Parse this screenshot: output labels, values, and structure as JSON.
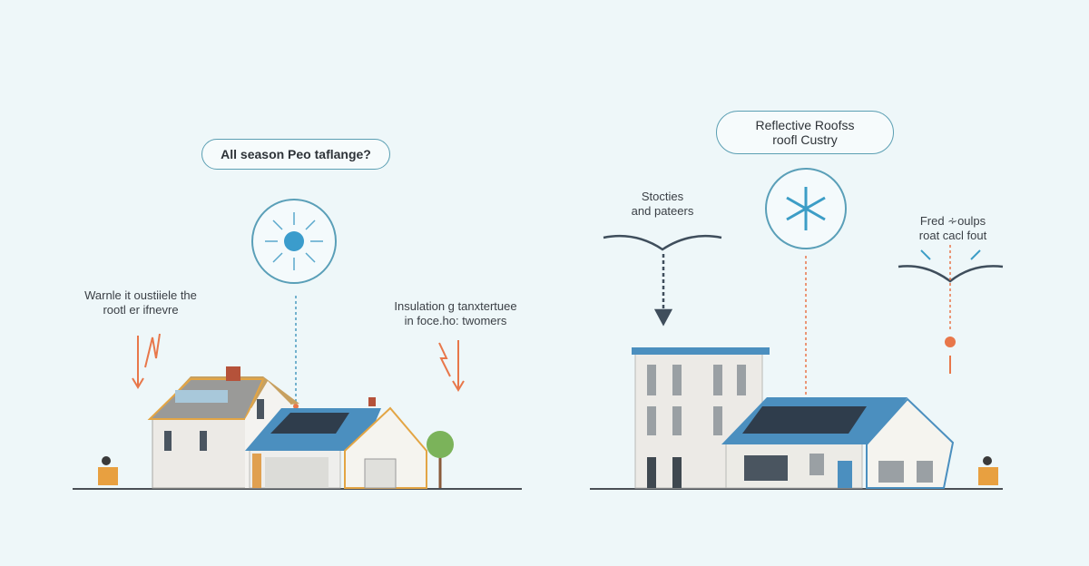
{
  "left_panel": {
    "title": "All season Peo taflange?",
    "left_label": [
      "Warnle it oustiiele the",
      "rootl er ifnevre"
    ],
    "right_label": [
      "Insulation g tanxtertuee",
      "in foce.ho: twomers"
    ],
    "icon": "sun-icon"
  },
  "right_panel": {
    "title": [
      "Reflective Roofss",
      "roofl Custry"
    ],
    "left_label": [
      "Stocties",
      "and pateers"
    ],
    "right_label": [
      "Fred ∻oulps",
      "roat cacl fout"
    ],
    "icon": "snowflake-icon"
  },
  "colors": {
    "accent_blue": "#4a9cc0",
    "accent_orange": "#e8774a",
    "ground": "#4a4f55"
  }
}
